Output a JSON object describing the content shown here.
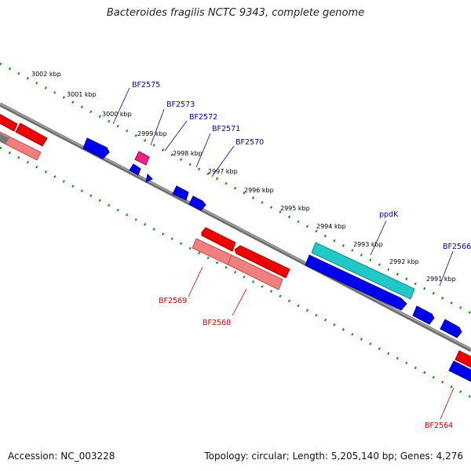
{
  "title": "Bacteroides fragilis NCTC 9343, complete genome",
  "footer": {
    "accession": "Accession: NC_003228",
    "summary": "Topology: circular; Length: 5,205,140 bp; Genes: 4,276"
  },
  "colors": {
    "backbone": "#808080",
    "ticks": "#1a8a1a",
    "gene_forward": "#0000ee",
    "gene_reverse": "#ee0000",
    "reverse_shadow": "#f08080",
    "forward_shadow": "#20c8c8",
    "rna": "#ee2288",
    "forward_label": "#0000aa",
    "reverse_label": "#cc0000"
  },
  "scale_labels": [
    "3002 kbp",
    "3001 kbp",
    "3000 kbp",
    "2999 kbp",
    "2998 kbp",
    "2997 kbp",
    "2996 kbp",
    "2995 kbp",
    "2994 kbp",
    "2993 kbp",
    "2992 kbp",
    "2991 kbp"
  ],
  "forward_gene_labels": [
    "BF2575",
    "BF2573",
    "BF2572",
    "BF2571",
    "BF2570",
    "ppdK",
    "BF2566"
  ],
  "reverse_gene_labels": [
    "BF2569",
    "BF2568",
    "BF2564"
  ]
}
